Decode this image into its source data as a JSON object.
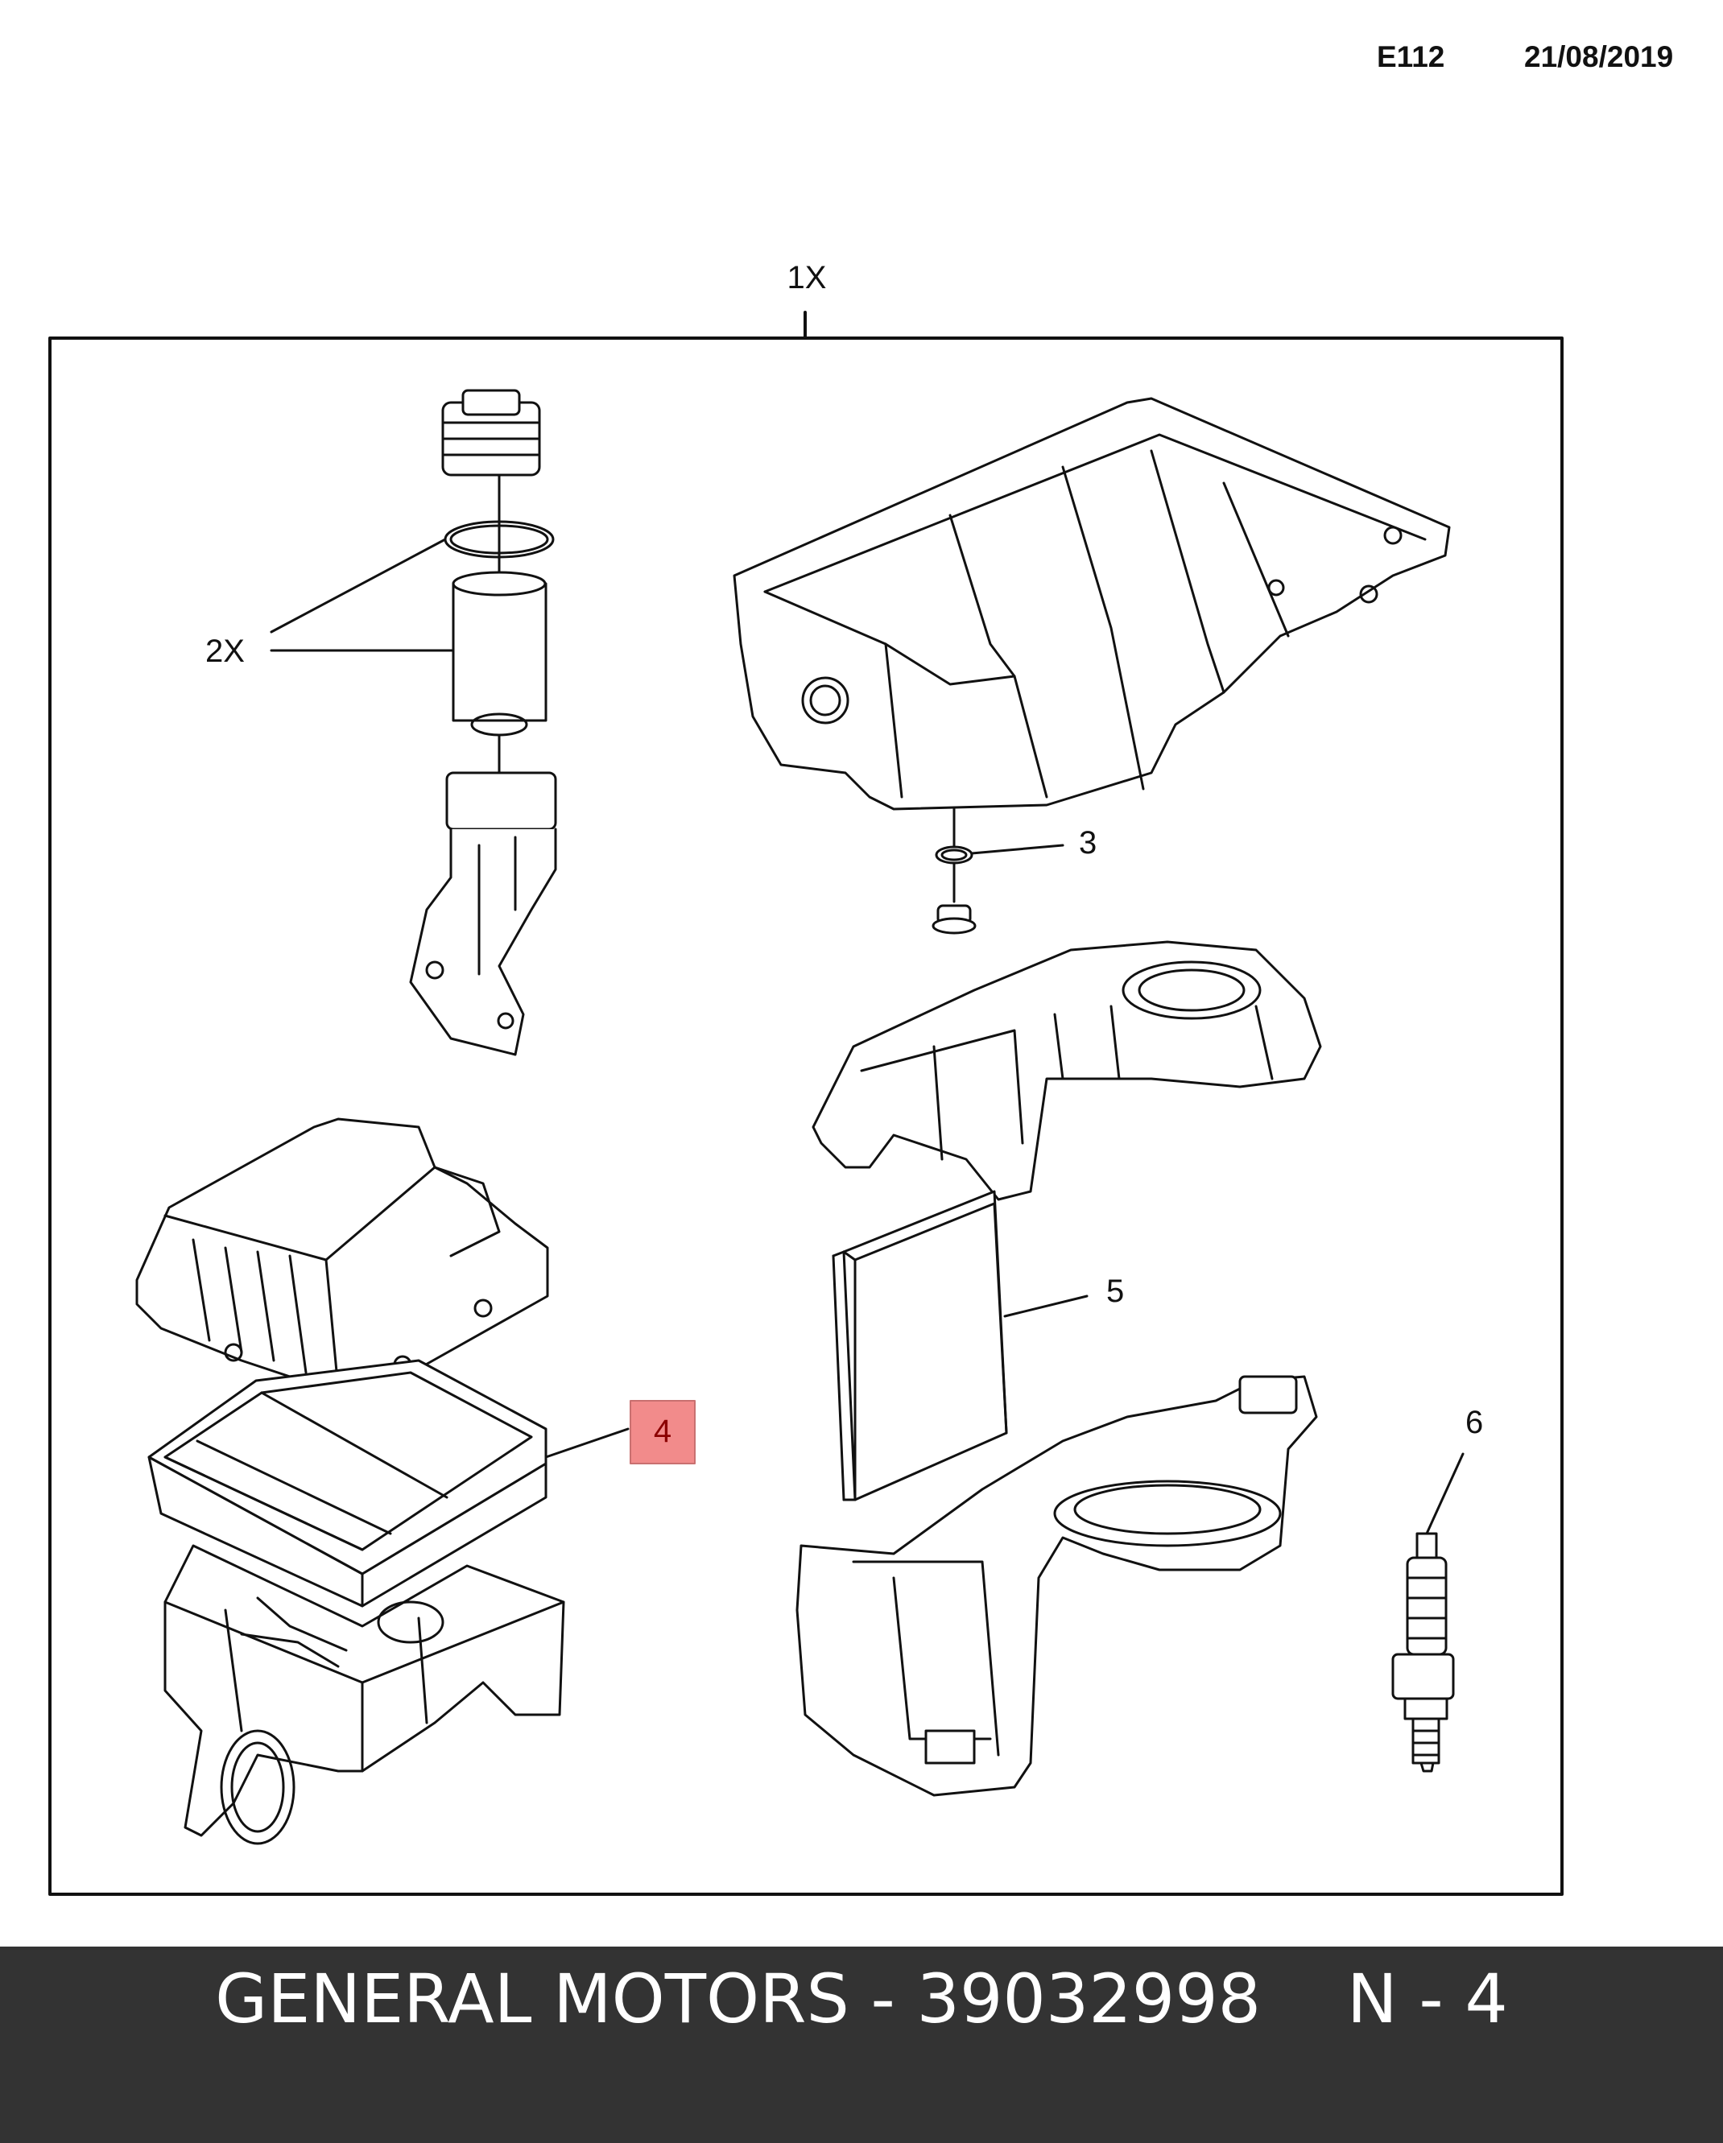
{
  "header": {
    "code": "E112",
    "date": "21/08/2019"
  },
  "callouts": {
    "kit": "1X",
    "oil_filter": "2X",
    "drain_plug_seal": "3",
    "air_filter": "4",
    "cabin_filter": "5",
    "spark_plug": "6"
  },
  "highlight_color": "#f28b8b",
  "footer": {
    "text": "GENERAL MOTORS - 39032998    N - 4"
  }
}
